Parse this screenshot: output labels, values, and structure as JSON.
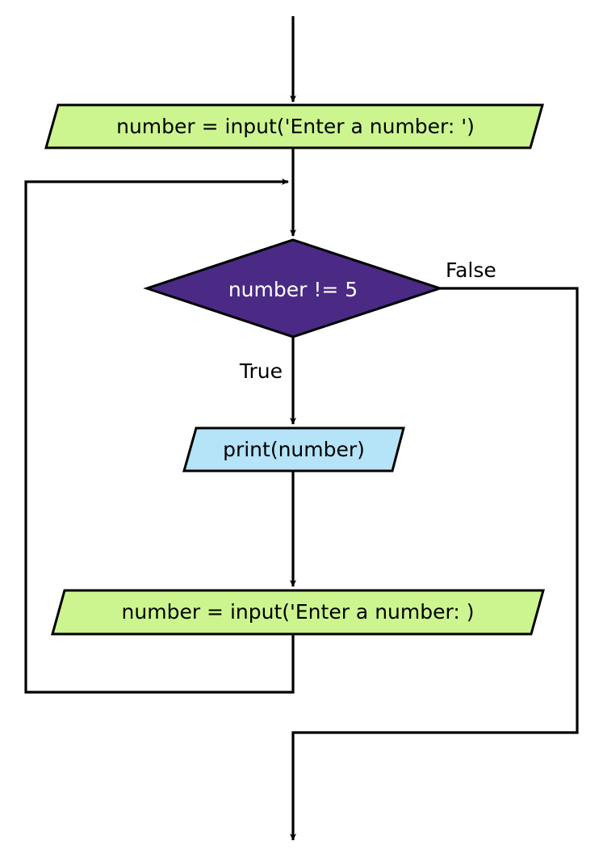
{
  "diagram": {
    "type": "flowchart",
    "title": "while loop flowchart",
    "background": "#ffffff",
    "line_color": "#000000",
    "nodes": [
      {
        "id": "input-first",
        "shape": "parallelogram",
        "role": "input-output",
        "label": "number = input('Enter a number: ')",
        "fill": "#CCF58F",
        "stroke": "#000000",
        "text_color": "#000000"
      },
      {
        "id": "condition",
        "shape": "diamond",
        "role": "decision",
        "label": "number != 5",
        "fill": "#4A2A84",
        "stroke": "#000000",
        "text_color": "#ffffff"
      },
      {
        "id": "print-number",
        "shape": "parallelogram",
        "role": "input-output",
        "label": "print(number)",
        "fill": "#B5E3F7",
        "stroke": "#000000",
        "text_color": "#000000"
      },
      {
        "id": "input-second",
        "shape": "parallelogram",
        "role": "input-output",
        "label": "number = input('Enter a number: )",
        "fill": "#CCF58F",
        "stroke": "#000000",
        "text_color": "#000000"
      }
    ],
    "edges": [
      {
        "id": "entry",
        "from": "start",
        "to": "input-first",
        "label": ""
      },
      {
        "id": "to-condition",
        "from": "input-first",
        "to": "condition",
        "label": ""
      },
      {
        "id": "true-branch",
        "from": "condition",
        "to": "print-number",
        "label": "True"
      },
      {
        "id": "false-branch",
        "from": "condition",
        "to": "exit",
        "label": "False"
      },
      {
        "id": "print-to-input",
        "from": "print-number",
        "to": "input-second",
        "label": ""
      },
      {
        "id": "loop-back",
        "from": "input-second",
        "to": "condition",
        "label": ""
      }
    ]
  }
}
